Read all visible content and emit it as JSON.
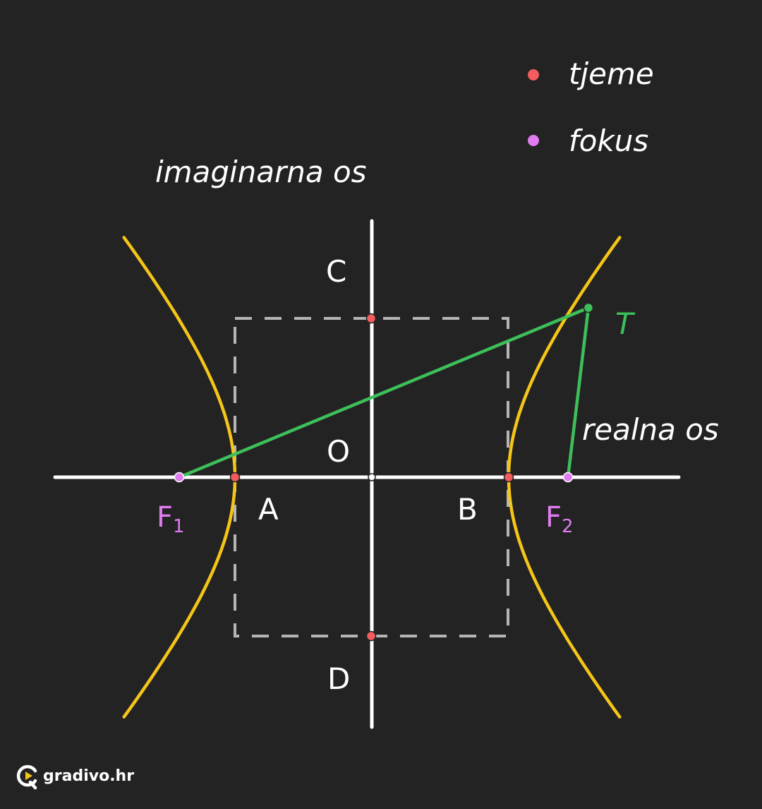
{
  "colors": {
    "background": "#232323",
    "axis": "#ffffff",
    "hyperbola": "#f5c518",
    "rectangle": "#b5b5b5",
    "vertex": "#f25c5c",
    "focus": "#e07cf0",
    "point_t": "#3dbf5a",
    "center": "#ffffff"
  },
  "legend": {
    "vertex_label": "tjeme",
    "focus_label": "fokus"
  },
  "axis_labels": {
    "imaginary": "imaginarna os",
    "real": "realna os"
  },
  "points": {
    "a": "A",
    "b": "B",
    "c": "C",
    "d": "D",
    "o": "O",
    "t": "T",
    "f1": "F",
    "f1_sub": "1",
    "f2": "F",
    "f2_sub": "2"
  },
  "brand": {
    "name": "gradivo.hr",
    "icon": "gradivo-logo-icon"
  }
}
